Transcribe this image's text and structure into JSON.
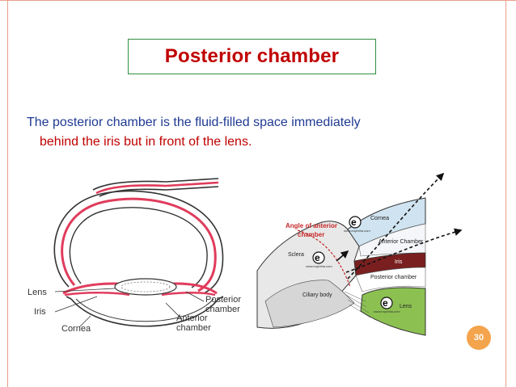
{
  "slide": {
    "title": "Posterior chamber",
    "body_line1": "The posterior chamber is the fluid-filled space immediately",
    "body_line2": "behind the iris but in front of the lens.",
    "page_number": "30"
  },
  "left_diagram": {
    "labels": {
      "lens": "Lens",
      "iris": "Iris",
      "cornea": "Cornea",
      "posterior_1": "Posterior",
      "posterior_2": "chamber",
      "anterior_1": "Anterior",
      "anterior_2": "chamber"
    }
  },
  "right_diagram": {
    "labels": {
      "angle_1": "Angle of anterior",
      "angle_2": "chamber",
      "cornea": "Cornea",
      "anterior_chamber": "Anterior Chamber",
      "iris": "Iris",
      "posterior_chamber": "Posterior chamber",
      "sclera": "Sclera",
      "ciliary_body": "Ciliary body",
      "lens": "Lens"
    },
    "logo_letter": "e",
    "watermark": "www.eophtha.com"
  },
  "colors": {
    "title": "#c00000",
    "title_border": "#2f8f3f",
    "body_text": "#1f3a93",
    "body_highlight": "#c00000",
    "page_badge": "#f4a44c",
    "frame": "#e9a08a"
  }
}
